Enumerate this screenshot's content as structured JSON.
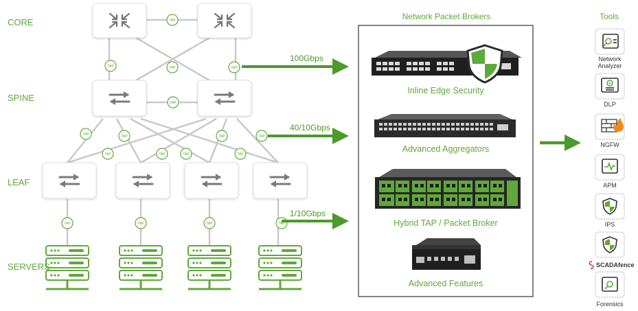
{
  "tiers": {
    "core": "CORE",
    "spine": "SPINE",
    "leaf": "LEAF",
    "servers": "SERVERS"
  },
  "tap_label": "TAP",
  "links": {
    "core": "100Gbps",
    "spine": "40/10Gbps",
    "leaf": "1/10Gbps"
  },
  "brokers": {
    "title": "Network Packet Brokers",
    "items": [
      "Inline Edge Security",
      "Advanced Aggregators",
      "Hybrid TAP / Packet Broker",
      "Advanced Features"
    ]
  },
  "tools": {
    "title": "Tools",
    "items": [
      {
        "label": "Network Analyzer",
        "icon": "network-analyzer-icon"
      },
      {
        "label": "DLP",
        "icon": "dlp-icon"
      },
      {
        "label": "NGFW",
        "icon": "firewall-icon"
      },
      {
        "label": "APM",
        "icon": "apm-icon"
      },
      {
        "label": "IPS",
        "icon": "shield-icon"
      },
      {
        "label": "SCADAfence",
        "icon": "shield-icon"
      },
      {
        "label": "Forensics",
        "icon": "forensics-icon"
      }
    ]
  },
  "colors": {
    "accent": "#5fa83a",
    "arrow": "#4c9a2a",
    "line": "#c8c8c8",
    "device": "#2a2a2a"
  }
}
